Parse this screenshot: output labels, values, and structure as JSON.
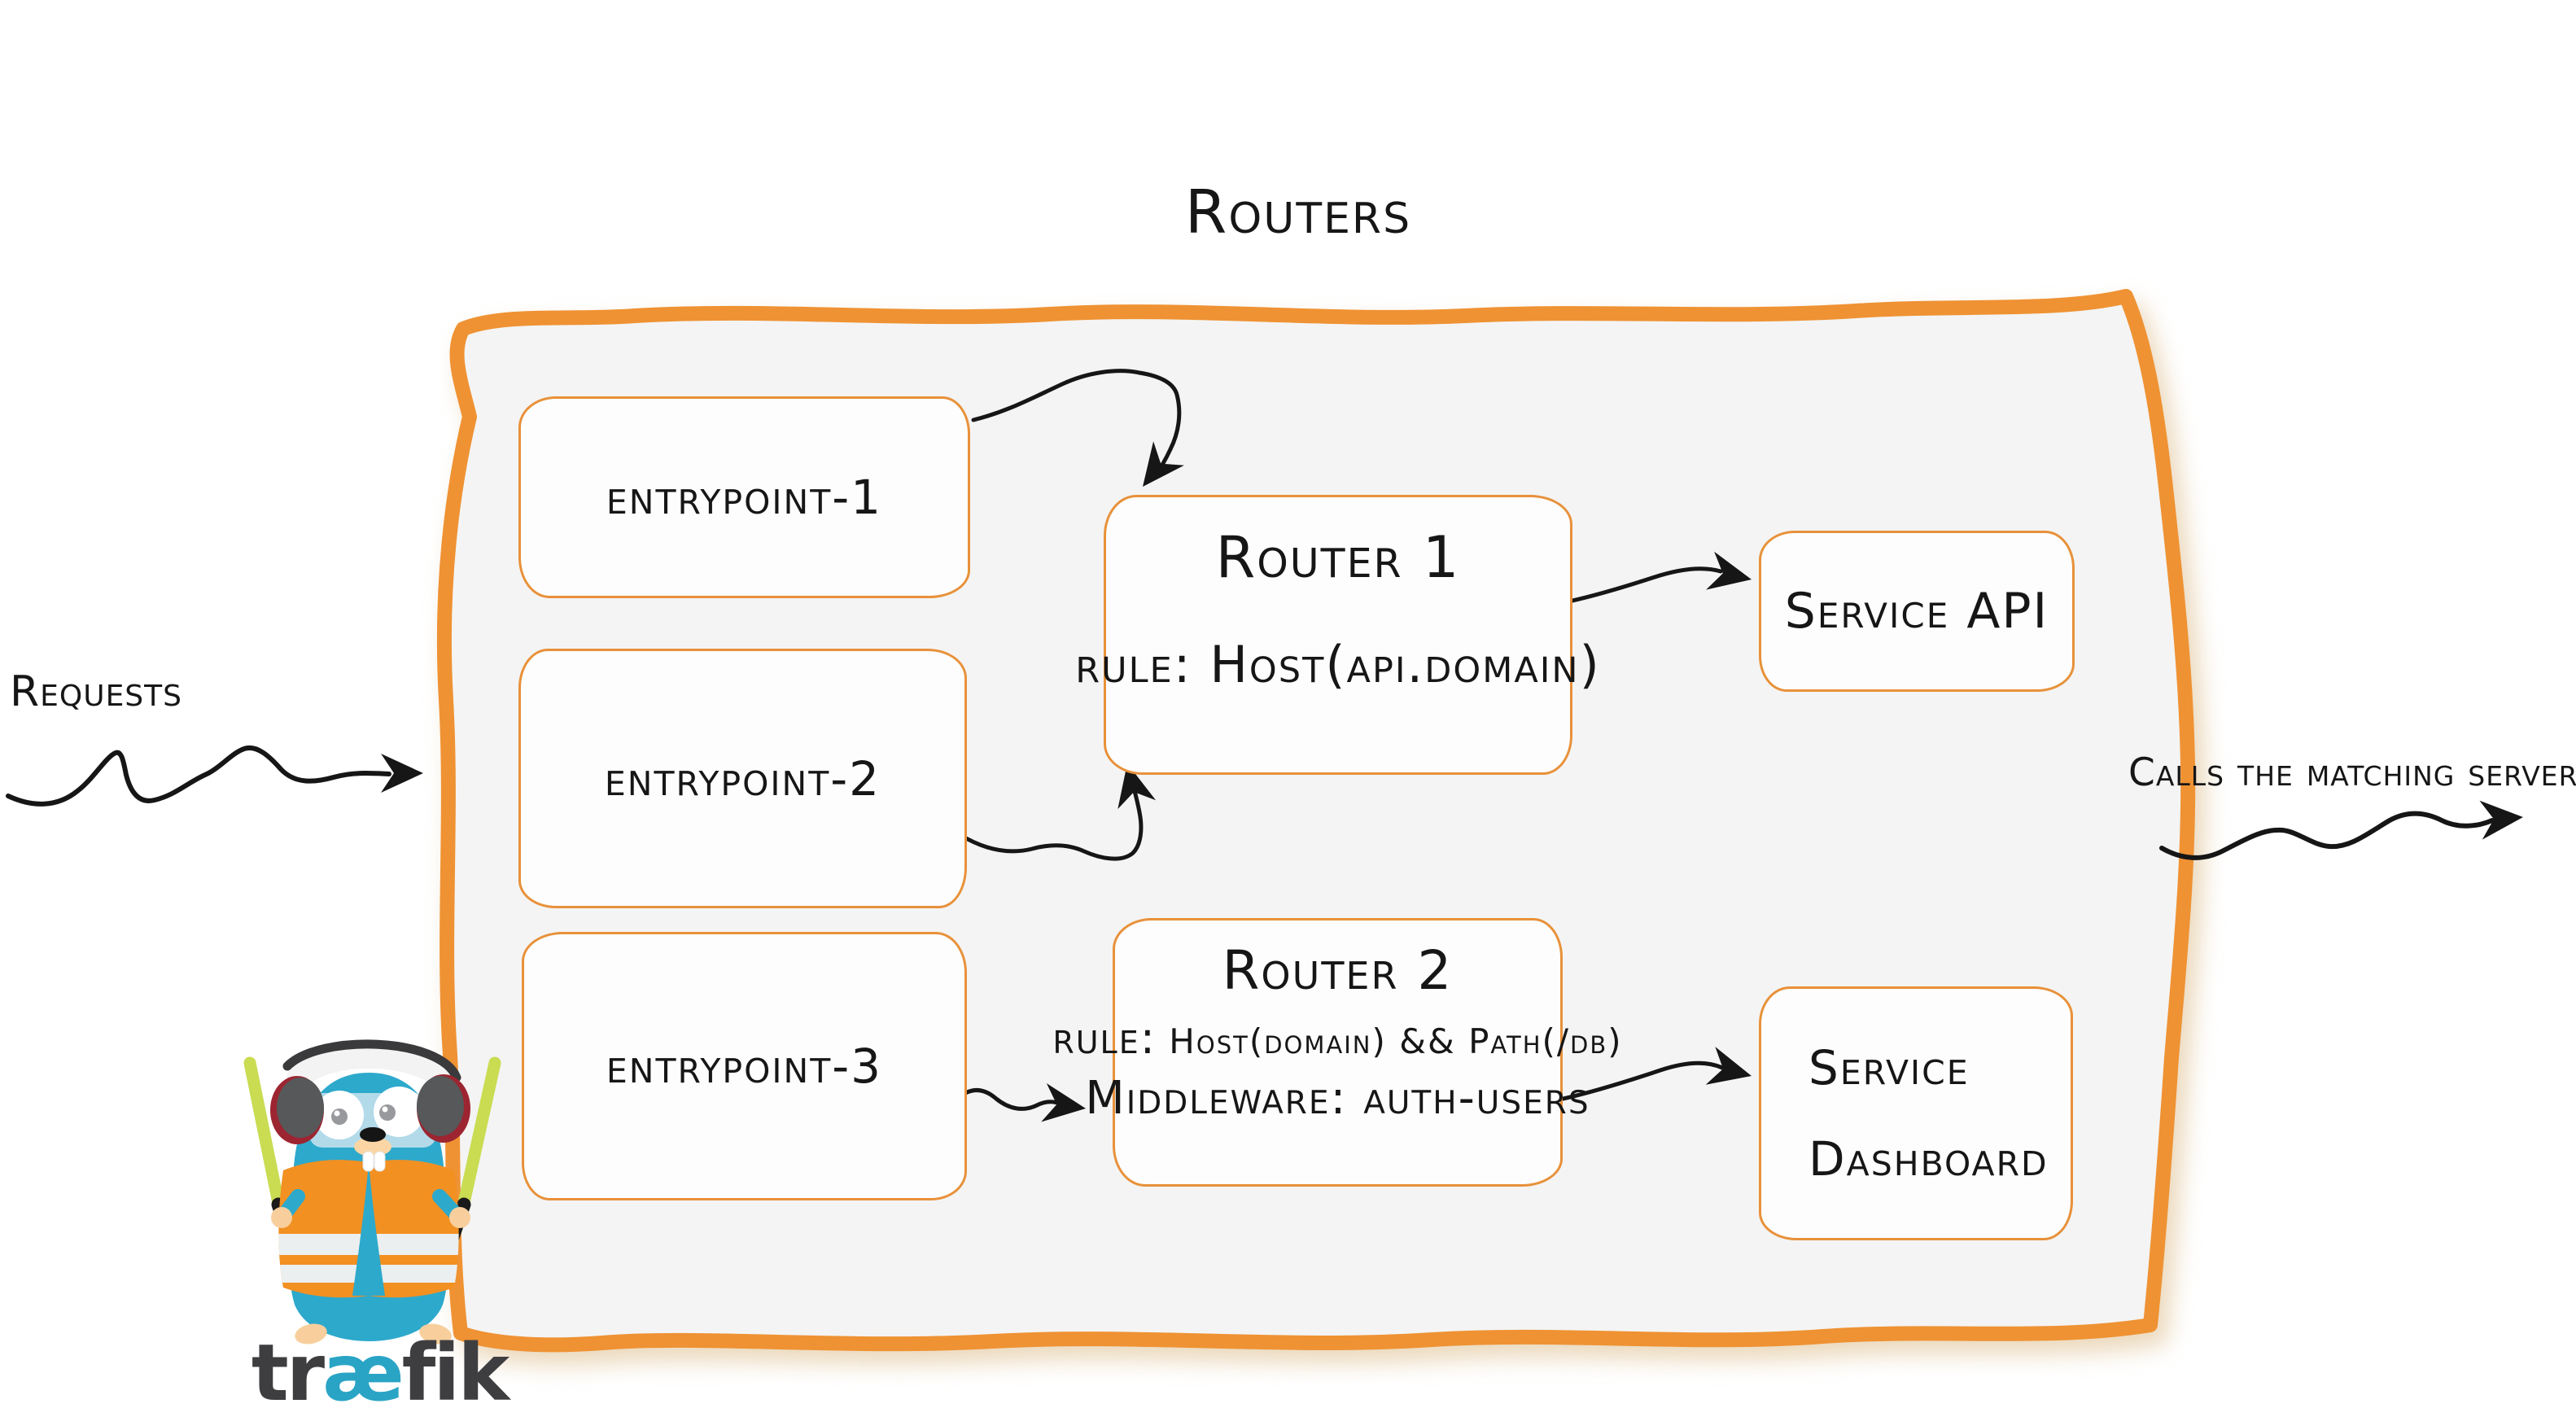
{
  "title": "Routers",
  "labels": {
    "requests": "Requests",
    "calls": "Calls the matching server"
  },
  "nodes": {
    "entrypoint1": "entrypoint-1",
    "entrypoint2": "entrypoint-2",
    "entrypoint3": "entrypoint-3",
    "router1": {
      "name": "Router 1",
      "rule_label": "rule:",
      "rule": "Host(api.domain)"
    },
    "router2": {
      "name": "Router 2",
      "rule_label": "rule:",
      "rule": "Host(domain) && Path(/db)",
      "middleware_label": "Middleware:",
      "middleware": "auth-users"
    },
    "service_api": "Service API",
    "service_dashboard": {
      "line1": "Service",
      "line2": "Dashboard"
    }
  },
  "logo": {
    "pre": "tr",
    "ae": "æ",
    "post": "fik"
  },
  "colors": {
    "frame_stroke": "#ef9233",
    "frame_fill": "#f4f4f4",
    "box_stroke": "#e8913a",
    "box_fill": "#fdfdfd",
    "ink": "#161616",
    "gopher_blue": "#2da9cc",
    "vest_orange": "#f29022",
    "glowstick_green": "#c9dc52",
    "muff_gray": "#57585a",
    "muff_red": "#9c2531",
    "skin_tan": "#f8cf9c",
    "logo_gray": "#3e3e40",
    "logo_teal": "#2aa4c5"
  }
}
